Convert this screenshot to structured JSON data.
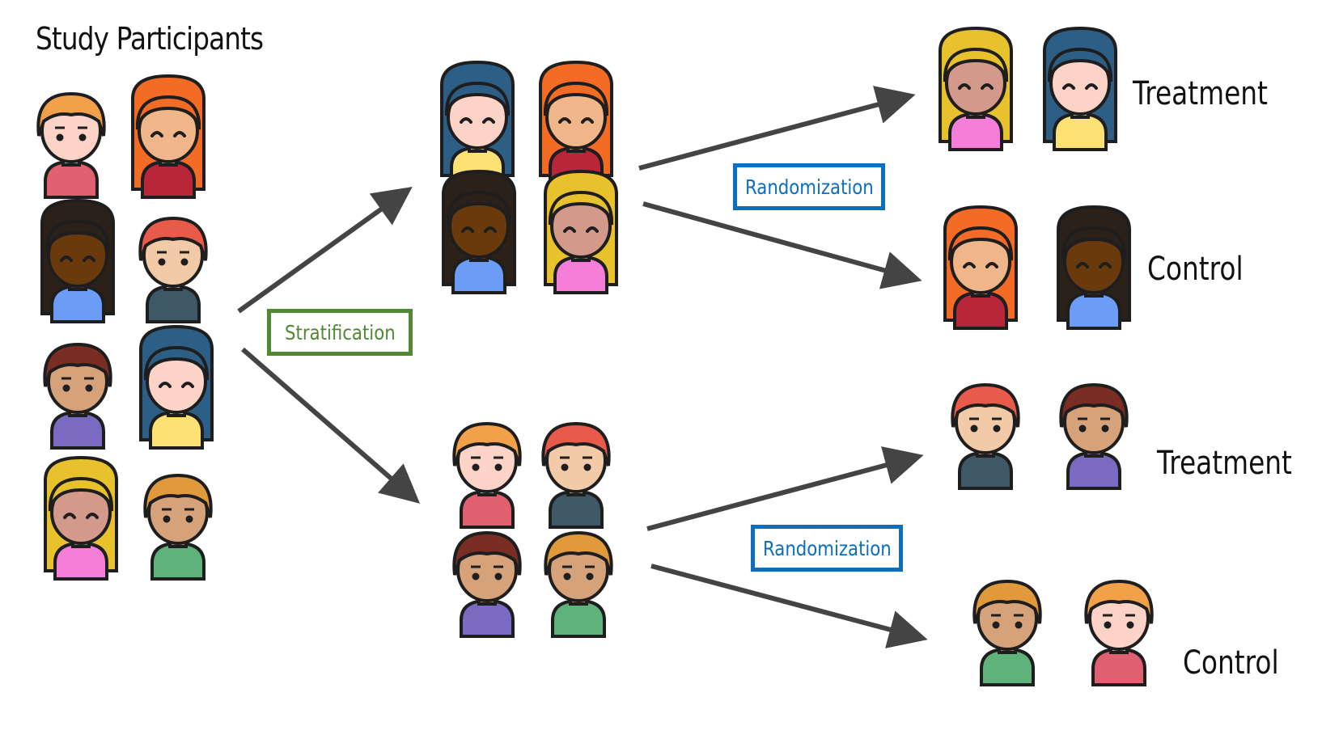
{
  "title": "Study Participants",
  "stratification_label": "Stratification",
  "randomization_label": "Randomization",
  "groups": {
    "treatment_label": "Treatment",
    "control_label": "Control"
  },
  "colors": {
    "arrow": "#444444",
    "stratification_box": "#4f8a33",
    "randomization_box": "#0b6fc0",
    "outline": "#1e1e1e"
  },
  "people": {
    "participants": [
      {
        "style": "short",
        "hair": "#f2a14a",
        "skin": "#fcd3c6",
        "shirt": "#e06070",
        "eyes": "open"
      },
      {
        "style": "long",
        "hair": "#f36b25",
        "skin": "#f0b689",
        "shirt": "#b8263a",
        "eyes": "smile"
      },
      {
        "style": "long",
        "hair": "#2b2119",
        "skin": "#6a3a0c",
        "shirt": "#6c9cf5",
        "eyes": "smile"
      },
      {
        "style": "short",
        "hair": "#e85a49",
        "skin": "#f3caa7",
        "shirt": "#3e5866",
        "eyes": "open"
      },
      {
        "style": "short",
        "hair": "#7a2e23",
        "skin": "#d6a27a",
        "shirt": "#7a6ac2",
        "eyes": "open"
      },
      {
        "style": "long",
        "hair": "#2d5f86",
        "skin": "#fcd3c6",
        "shirt": "#fde273",
        "eyes": "smile"
      },
      {
        "style": "long",
        "hair": "#e8c22c",
        "skin": "#d3998a",
        "shirt": "#f57fd8",
        "eyes": "smile"
      },
      {
        "style": "short",
        "hair": "#e09a3b",
        "skin": "#d6a27a",
        "shirt": "#5fb37a",
        "eyes": "open"
      }
    ],
    "stratum_female": [
      {
        "style": "long",
        "hair": "#2d5f86",
        "skin": "#fcd3c6",
        "shirt": "#fde273",
        "eyes": "smile"
      },
      {
        "style": "long",
        "hair": "#f36b25",
        "skin": "#f0b689",
        "shirt": "#b8263a",
        "eyes": "smile"
      },
      {
        "style": "long",
        "hair": "#2b2119",
        "skin": "#6a3a0c",
        "shirt": "#6c9cf5",
        "eyes": "smile"
      },
      {
        "style": "long",
        "hair": "#e8c22c",
        "skin": "#d3998a",
        "shirt": "#f57fd8",
        "eyes": "smile"
      }
    ],
    "stratum_male": [
      {
        "style": "short",
        "hair": "#f2a14a",
        "skin": "#fcd3c6",
        "shirt": "#e06070",
        "eyes": "open"
      },
      {
        "style": "short",
        "hair": "#e85a49",
        "skin": "#f3caa7",
        "shirt": "#3e5866",
        "eyes": "open"
      },
      {
        "style": "short",
        "hair": "#7a2e23",
        "skin": "#d6a27a",
        "shirt": "#7a6ac2",
        "eyes": "open"
      },
      {
        "style": "short",
        "hair": "#e09a3b",
        "skin": "#d6a27a",
        "shirt": "#5fb37a",
        "eyes": "open"
      }
    ],
    "treatment_female": [
      {
        "style": "long",
        "hair": "#e8c22c",
        "skin": "#d3998a",
        "shirt": "#f57fd8",
        "eyes": "smile"
      },
      {
        "style": "long",
        "hair": "#2d5f86",
        "skin": "#fcd3c6",
        "shirt": "#fde273",
        "eyes": "smile"
      }
    ],
    "control_female": [
      {
        "style": "long",
        "hair": "#f36b25",
        "skin": "#f0b689",
        "shirt": "#b8263a",
        "eyes": "smile"
      },
      {
        "style": "long",
        "hair": "#2b2119",
        "skin": "#6a3a0c",
        "shirt": "#6c9cf5",
        "eyes": "smile"
      }
    ],
    "treatment_male": [
      {
        "style": "short",
        "hair": "#e85a49",
        "skin": "#f3caa7",
        "shirt": "#3e5866",
        "eyes": "open"
      },
      {
        "style": "short",
        "hair": "#7a2e23",
        "skin": "#d6a27a",
        "shirt": "#7a6ac2",
        "eyes": "open"
      }
    ],
    "control_male": [
      {
        "style": "short",
        "hair": "#e09a3b",
        "skin": "#d6a27a",
        "shirt": "#5fb37a",
        "eyes": "open"
      },
      {
        "style": "short",
        "hair": "#f2a14a",
        "skin": "#fcd3c6",
        "shirt": "#e06070",
        "eyes": "open"
      }
    ]
  }
}
